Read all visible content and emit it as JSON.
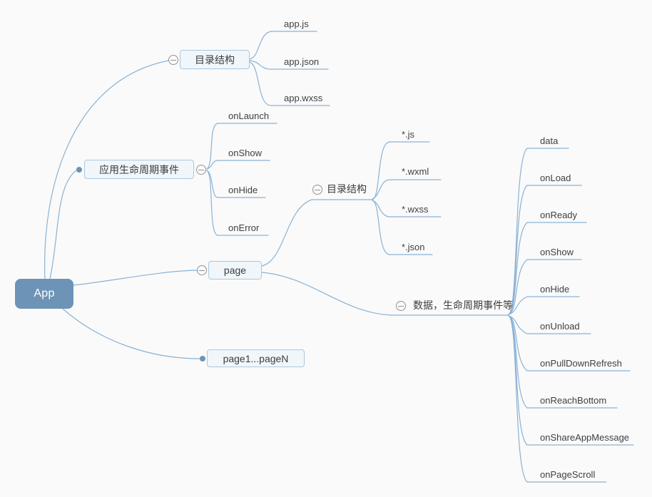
{
  "colors": {
    "canvas_bg": "#fafafa",
    "line": "#8ab2d5",
    "root_fill": "#6d94b7",
    "root_text": "#ffffff",
    "box_border": "#a9c8e0",
    "box_fill": "#f0f6fa",
    "text": "#3c3c3c",
    "icon_border": "#919191",
    "icon_fill": "#fcfcfc"
  },
  "icons": {
    "collapse": "minus-circle",
    "attach_point": "filled-dot"
  },
  "mindmap": {
    "root": {
      "label": "App"
    },
    "branches": [
      {
        "label": "目录结构",
        "children": [
          {
            "label": "app.js"
          },
          {
            "label": "app.json"
          },
          {
            "label": "app.wxss"
          }
        ]
      },
      {
        "label": "应用生命周期事件",
        "children": [
          {
            "label": "onLaunch"
          },
          {
            "label": "onShow"
          },
          {
            "label": "onHide"
          },
          {
            "label": "onError"
          }
        ]
      },
      {
        "label": "page",
        "children": [
          {
            "label": "目录结构",
            "children": [
              {
                "label": "*.js"
              },
              {
                "label": "*.wxml"
              },
              {
                "label": "*.wxss"
              },
              {
                "label": "*.json"
              }
            ]
          },
          {
            "label": "数据，生命周期事件等",
            "children": [
              {
                "label": "data"
              },
              {
                "label": "onLoad"
              },
              {
                "label": "onReady"
              },
              {
                "label": "onShow"
              },
              {
                "label": "onHide"
              },
              {
                "label": "onUnload"
              },
              {
                "label": "onPullDownRefresh"
              },
              {
                "label": "onReachBottom"
              },
              {
                "label": "onShareAppMessage"
              },
              {
                "label": "onPageScroll"
              }
            ]
          }
        ]
      },
      {
        "label": "page1...pageN"
      }
    ]
  }
}
